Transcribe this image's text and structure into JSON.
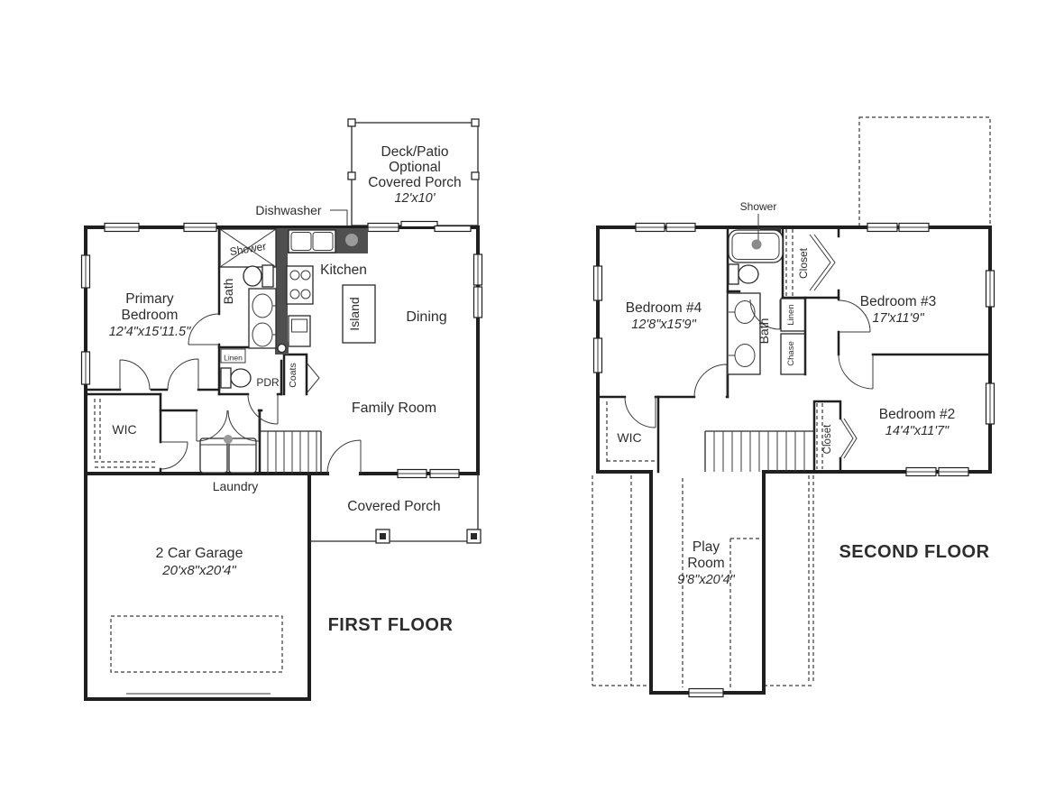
{
  "colors": {
    "wall": "#1f1f1f",
    "counter": "#4f4f4f",
    "text": "#2d2d2d"
  },
  "first_floor": {
    "title": "FIRST FLOOR",
    "deck_patio": {
      "line1": "Deck/Patio",
      "line2": "Optional",
      "line3": "Covered Porch",
      "dims": "12'x10'"
    },
    "dishwasher_label": "Dishwasher",
    "kitchen_label": "Kitchen",
    "island_label": "Island",
    "dining_label": "Dining",
    "shower_label": "Shower",
    "bath_label": "Bath",
    "linen_label": "Linen",
    "pdr_label": "PDR",
    "coats_label": "Coats",
    "family_room_label": "Family Room",
    "wic_label": "WIC",
    "laundry_label": "Laundry",
    "covered_porch_label": "Covered Porch",
    "primary_bedroom": {
      "line1": "Primary",
      "line2": "Bedroom",
      "dims": "12'4\"x15'11.5\""
    },
    "garage": {
      "name": "2 Car Garage",
      "dims": "20'x8\"x20'4\""
    }
  },
  "second_floor": {
    "title": "SECOND FLOOR",
    "shower_label": "Shower",
    "bath_label": "Bath",
    "linen_label": "Linen",
    "chase_label": "Chase",
    "closet_label": "Closet",
    "closet2_label": "Closet",
    "wic_label": "WIC",
    "bedroom4": {
      "name": "Bedroom #4",
      "dims": "12'8\"x15'9\""
    },
    "bedroom3": {
      "name": "Bedroom #3",
      "dims": "17'x11'9\""
    },
    "bedroom2": {
      "name": "Bedroom #2",
      "dims": "14'4\"x11'7\""
    },
    "play_room": {
      "line1": "Play",
      "line2": "Room",
      "dims": "9'8\"x20'4\""
    }
  }
}
